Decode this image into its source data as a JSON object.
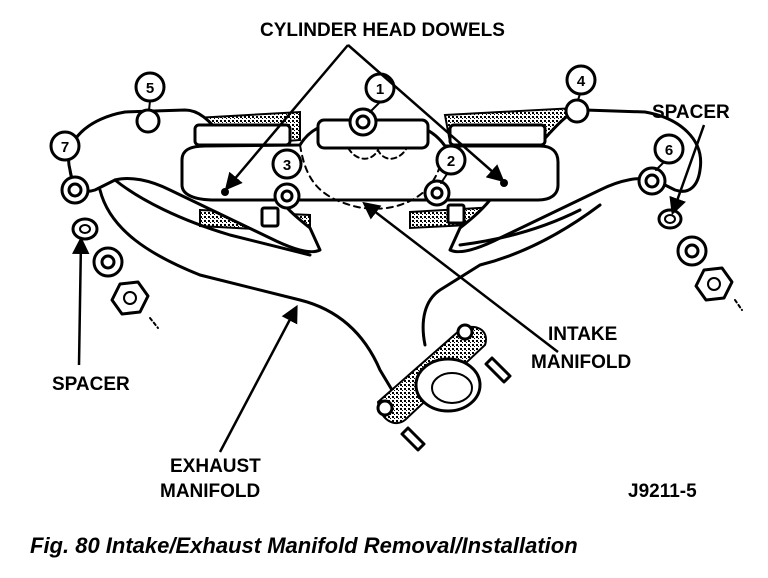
{
  "labels": {
    "cylinder_head_dowels": "CYLINDER HEAD DOWELS",
    "spacer_right": "SPACER",
    "spacer_left": "SPACER",
    "intake_line1": "INTAKE",
    "intake_line2": "MANIFOLD",
    "exhaust_line1": "EXHAUST",
    "exhaust_line2": "MANIFOLD",
    "figure_code": "J9211-5"
  },
  "numbers": {
    "n1": "1",
    "n2": "2",
    "n3": "3",
    "n4": "4",
    "n5": "5",
    "n6": "6",
    "n7": "7"
  },
  "caption": "Fig. 80 Intake/Exhaust Manifold Removal/Installation"
}
